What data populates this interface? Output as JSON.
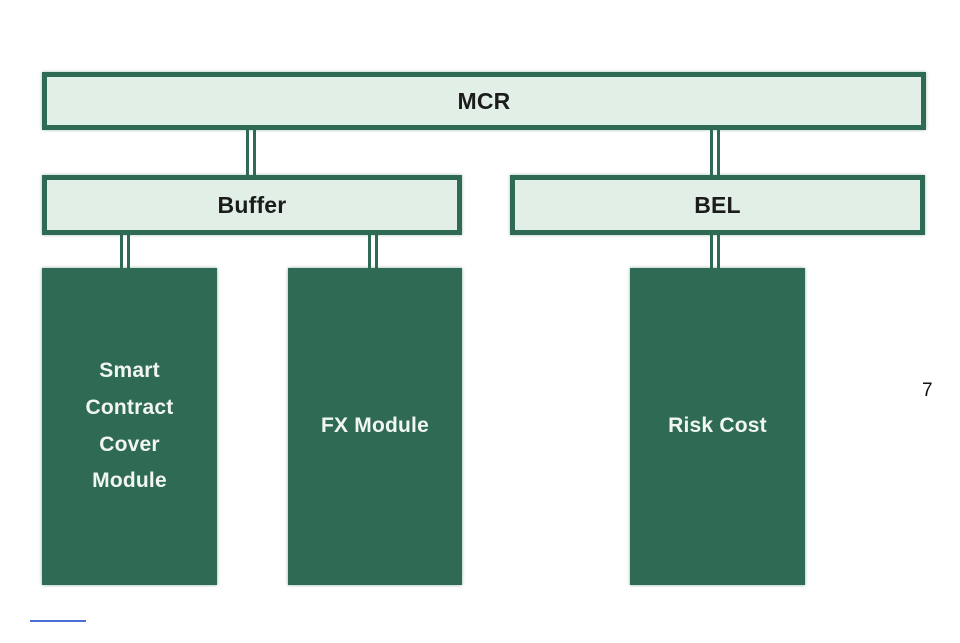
{
  "diagram": {
    "mcr": {
      "label": "MCR"
    },
    "buffer": {
      "label": "Buffer"
    },
    "bel": {
      "label": "BEL"
    },
    "modules": [
      {
        "id": "smart-contract-cover-module",
        "label": "Smart Contract Cover Module"
      },
      {
        "id": "fx-module",
        "label": "FX Module"
      },
      {
        "id": "risk-cost",
        "label": "Risk Cost"
      }
    ],
    "page_number": "7",
    "colors": {
      "light_fill": "#e1efe7",
      "dark_green": "#2f6a54",
      "label_dark": "#1c1c1c",
      "label_light": "#f2f6f3",
      "footer_line_blue": "#4a6fd6"
    }
  }
}
